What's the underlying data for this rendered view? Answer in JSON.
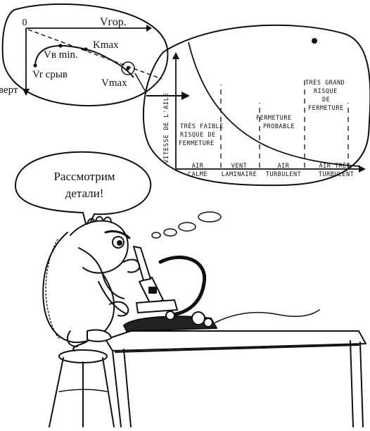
{
  "polar_inset": {
    "origin_label": "0",
    "x_axis_label": "Vгор.",
    "labels": {
      "kmax": "Kmax",
      "vb_min": "Vв min.",
      "vr_sryv": "Vr срыв",
      "vmax": "Vmax",
      "vert": "верт"
    }
  },
  "risk_chart": {
    "y_axis_label": "VITESSE DE L'AILE",
    "zone_1_lines": [
      "TRÈS FAIBLE",
      "RISQUE DE",
      "FERMETURE"
    ],
    "zone_2_lines": [
      "FERMETURE",
      "PROBABLE"
    ],
    "zone_3_lines": [
      "TRÈS GRAND",
      "RISQUE",
      "DE",
      "FERMETURE"
    ],
    "x_categories": [
      [
        "AIR",
        "CALME"
      ],
      [
        "VENT",
        "LAMINAIRE"
      ],
      [
        "AIR",
        "TURBULENT"
      ],
      [
        "AIR TRÈS",
        "TURBULENT"
      ]
    ]
  },
  "speech_bubble": {
    "line1": "Рассмотрим",
    "line2": "детали!"
  }
}
